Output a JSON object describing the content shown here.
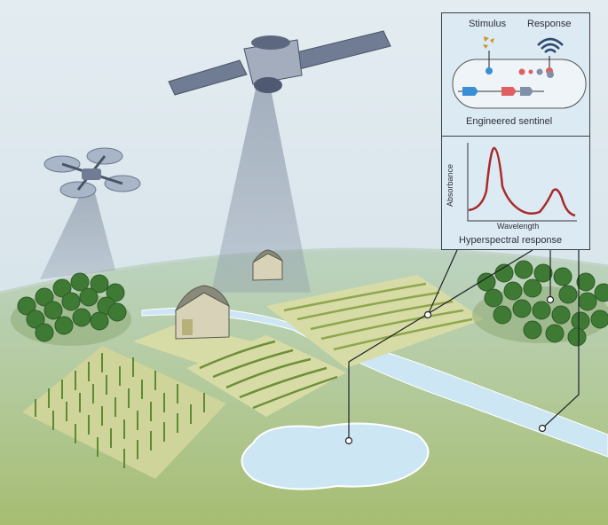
{
  "inset": {
    "top_panel": {
      "stimulus_label": "Stimulus",
      "response_label": "Response",
      "caption": "Engineered sentinel"
    },
    "bottom_panel": {
      "y_axis_label": "Absorbance",
      "x_axis_label": "Wavelength",
      "caption": "Hyperspectral response"
    }
  },
  "colors": {
    "sky": "#dde8ee",
    "ground": "#b7cc9a",
    "water": "#cde6f4",
    "curve": "#a82a2a",
    "frame": "#3a3f45"
  },
  "icons": [
    "satellite-icon",
    "drone-icon",
    "barn-icon",
    "tree-icon",
    "corn-icon",
    "wifi-signal-icon"
  ]
}
